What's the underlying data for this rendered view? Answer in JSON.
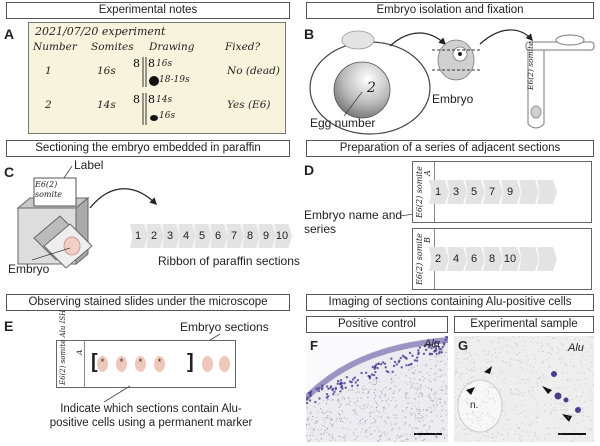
{
  "panelA": {
    "letter": "A",
    "header": "Experimental notes",
    "date": "2021/07/20 experiment",
    "cols": [
      "Number",
      "Somites",
      "Drawing",
      "Fixed?"
    ],
    "rows": [
      {
        "number": "1",
        "somites": "16s",
        "d1": "16s",
        "d2": "18-19s",
        "fixed": "No (dead)"
      },
      {
        "number": "2",
        "somites": "14s",
        "d1": "14s",
        "d2": "16s",
        "fixed": "Yes (E6)"
      }
    ]
  },
  "panelB": {
    "letter": "B",
    "header": "Embryo isolation and fixation",
    "embryo": "Embryo",
    "egg": "Egg number",
    "egg_num": "2",
    "tube": "E6(2) somite"
  },
  "panelC": {
    "letter": "C",
    "header": "Sectioning the embryo embedded in paraffin",
    "label": "Label",
    "block_text": "E6(2) somite",
    "embryo": "Embryo",
    "ribbon_caption": "Ribbon of paraffin sections",
    "ribbon": [
      "1",
      "2",
      "3",
      "4",
      "5",
      "6",
      "7",
      "8",
      "9",
      "10"
    ]
  },
  "panelD": {
    "letter": "D",
    "header": "Preparation of a series of adjacent sections",
    "name_label": "Embryo name and series",
    "slideA": {
      "text": "E6(2) somite",
      "series": "A",
      "nums": [
        "1",
        "3",
        "5",
        "7",
        "9"
      ]
    },
    "slideB": {
      "text": "E6(2) somite",
      "series": "B",
      "nums": [
        "2",
        "4",
        "6",
        "8",
        "10"
      ]
    }
  },
  "panelE": {
    "letter": "E",
    "header": "Observing stained slides under the microscope",
    "slide_text": "E6(2) somite Alu ISH",
    "series": "A",
    "sections_label": "Embryo sections",
    "note": "Indicate which sections contain Alu-positive cells using a permanent marker",
    "stars": [
      "*",
      "*",
      "*",
      "*"
    ],
    "bl": "[",
    "br": "]"
  },
  "panelImg": {
    "header": "Imaging of sections containing Alu-positive cells",
    "F": {
      "letter": "F",
      "sub": "Positive control",
      "tag": "Alu"
    },
    "G": {
      "letter": "G",
      "sub": "Experimental sample",
      "tag": "Alu",
      "n": "n."
    }
  }
}
